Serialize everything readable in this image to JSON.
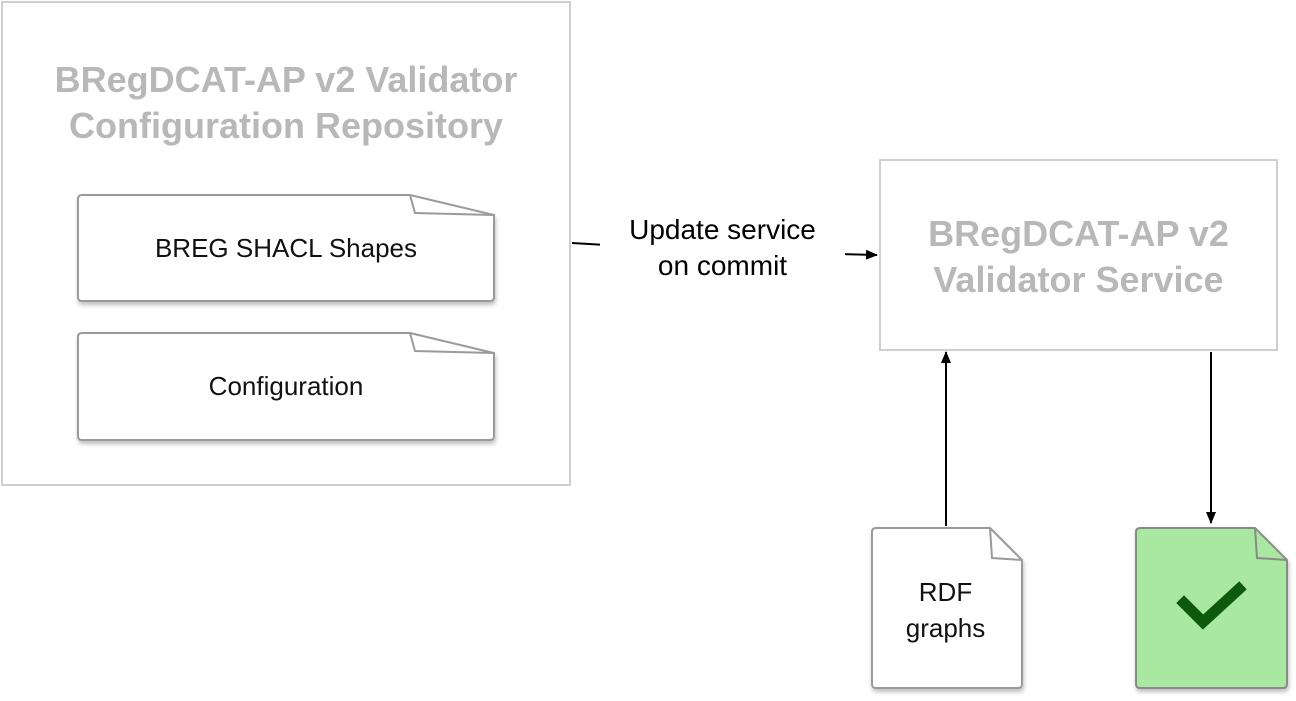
{
  "repository": {
    "title": "BRegDCAT-AP v2 Validator\nConfiguration Repository",
    "documents": [
      {
        "label": "BREG SHACL Shapes"
      },
      {
        "label": "Configuration"
      }
    ]
  },
  "service": {
    "title": "BRegDCAT-AP v2\nValidator Service"
  },
  "update_edge": {
    "label": "Update service\non commit"
  },
  "input_document": {
    "label": "RDF\ngraphs"
  },
  "output_document": {
    "icon": "checkmark-icon",
    "fill_color": "#a8e8a0",
    "check_color": "#0e5a0e"
  }
}
